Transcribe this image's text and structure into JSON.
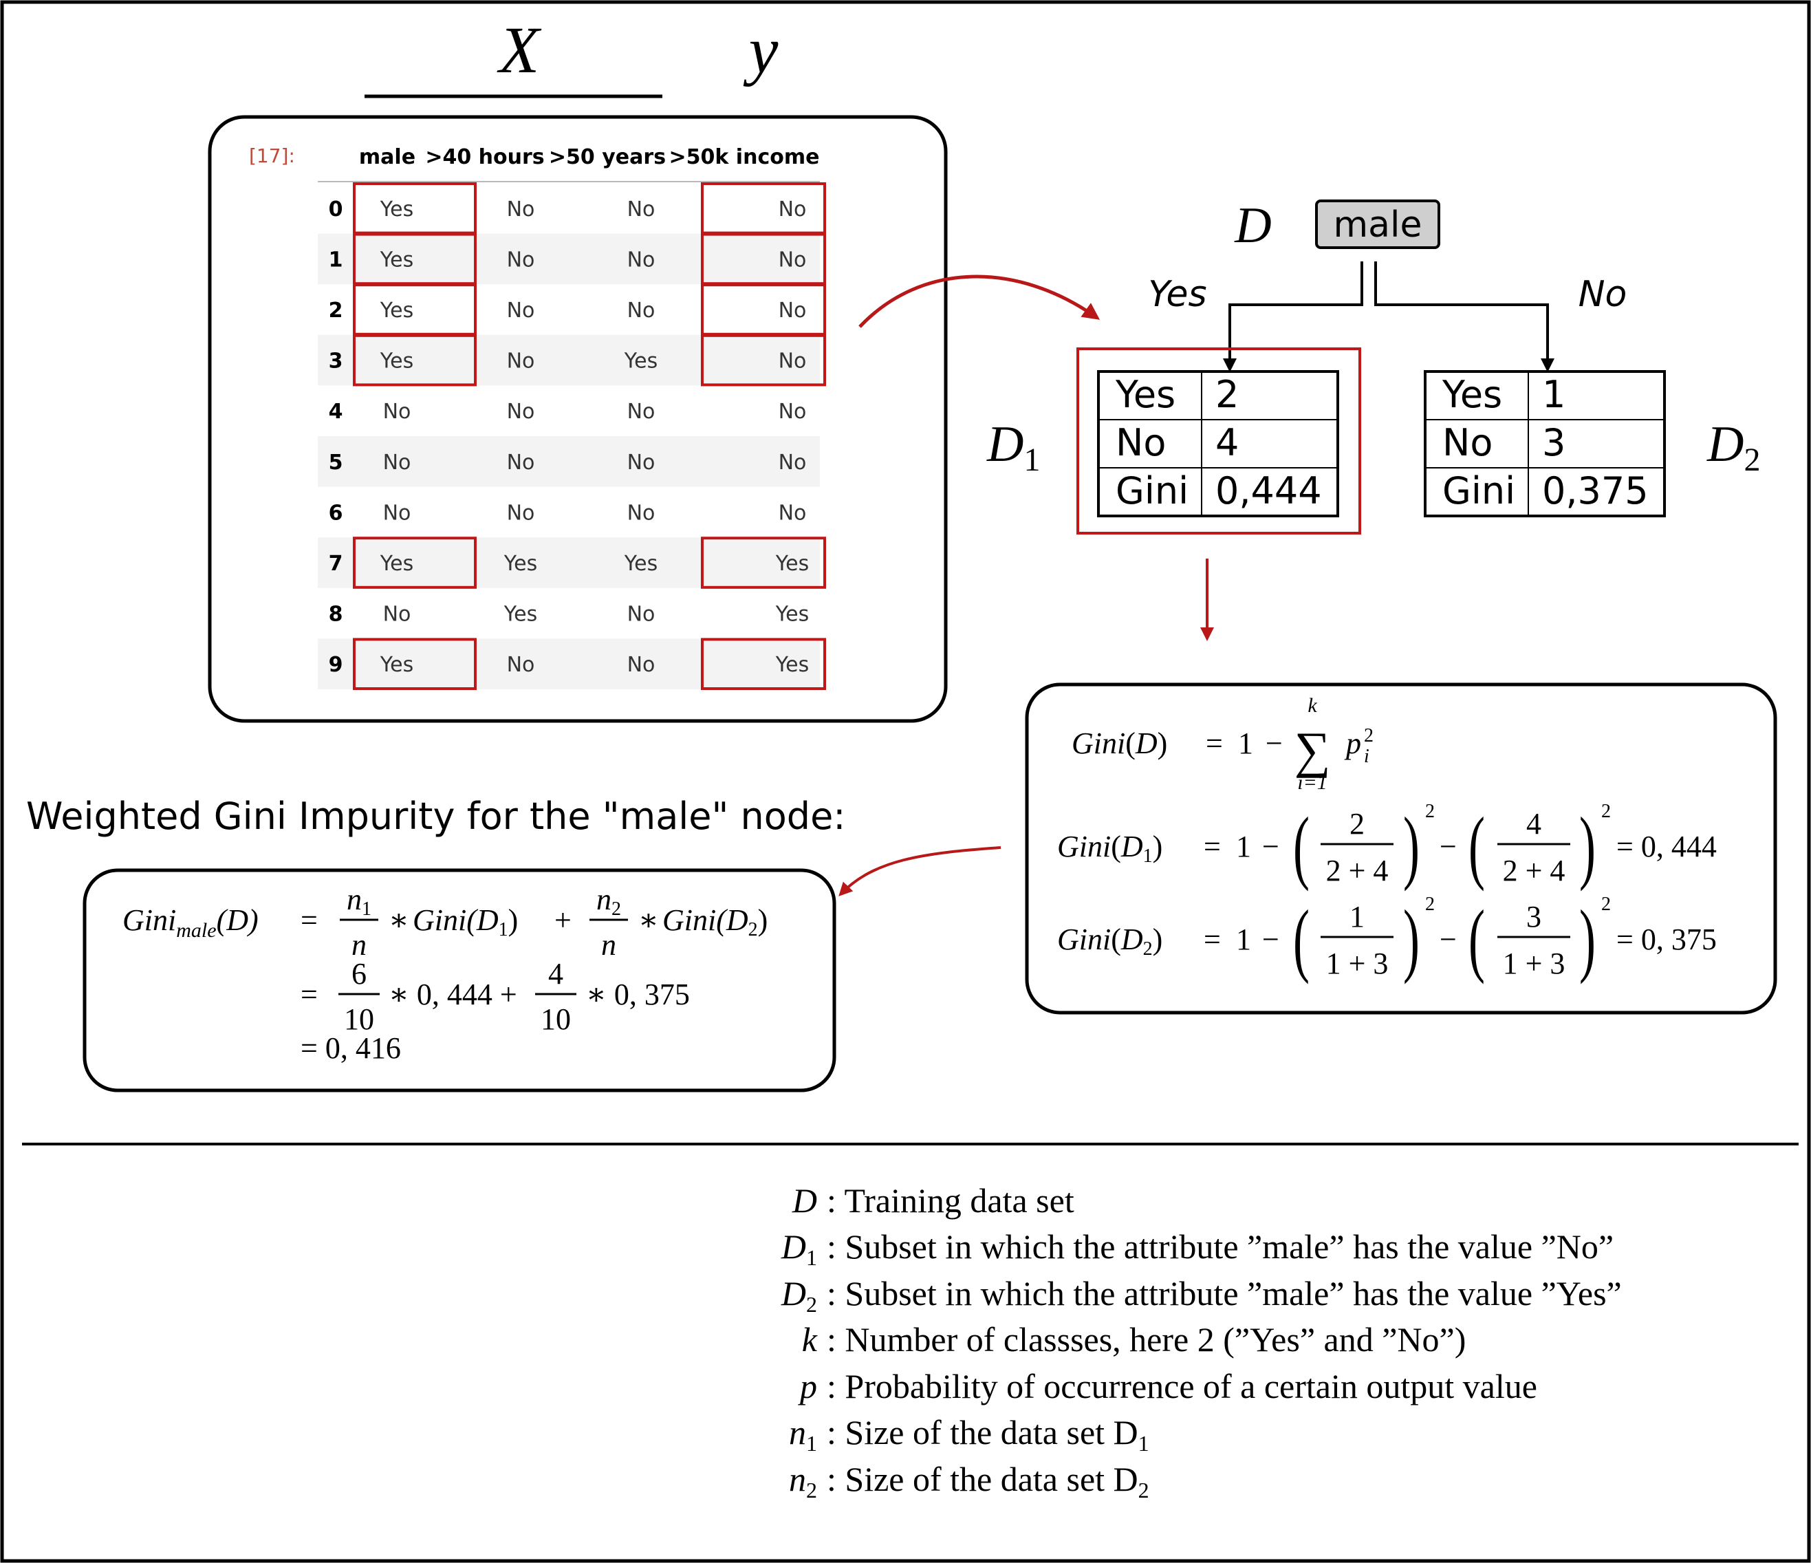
{
  "header": {
    "x_label": "X",
    "y_label": "y"
  },
  "table": {
    "prompt": "[17]:",
    "columns": [
      "male",
      ">40 hours",
      ">50 years",
      ">50k income"
    ],
    "rows": [
      {
        "index": "0",
        "cells": [
          "Yes",
          "No",
          "No",
          "No"
        ],
        "highlighted": true
      },
      {
        "index": "1",
        "cells": [
          "Yes",
          "No",
          "No",
          "No"
        ],
        "highlighted": true
      },
      {
        "index": "2",
        "cells": [
          "Yes",
          "No",
          "No",
          "No"
        ],
        "highlighted": true
      },
      {
        "index": "3",
        "cells": [
          "Yes",
          "No",
          "Yes",
          "No"
        ],
        "highlighted": true
      },
      {
        "index": "4",
        "cells": [
          "No",
          "No",
          "No",
          "No"
        ],
        "highlighted": false
      },
      {
        "index": "5",
        "cells": [
          "No",
          "No",
          "No",
          "No"
        ],
        "highlighted": false
      },
      {
        "index": "6",
        "cells": [
          "No",
          "No",
          "No",
          "No"
        ],
        "highlighted": false
      },
      {
        "index": "7",
        "cells": [
          "Yes",
          "Yes",
          "Yes",
          "Yes"
        ],
        "highlighted": true
      },
      {
        "index": "8",
        "cells": [
          "No",
          "Yes",
          "No",
          "Yes"
        ],
        "highlighted": false
      },
      {
        "index": "9",
        "cells": [
          "Yes",
          "No",
          "No",
          "Yes"
        ],
        "highlighted": true
      }
    ]
  },
  "tree": {
    "root_label": "D",
    "node_name": "male",
    "left_branch": "Yes",
    "right_branch": "No",
    "left_subset": "D",
    "left_subset_sub": "1",
    "right_subset": "D",
    "right_subset_sub": "2",
    "left_table": [
      [
        "Yes",
        "2"
      ],
      [
        "No",
        "4"
      ],
      [
        "Gini",
        "0,444"
      ]
    ],
    "right_table": [
      [
        "Yes",
        "1"
      ],
      [
        "No",
        "3"
      ],
      [
        "Gini",
        "0,375"
      ]
    ]
  },
  "formulas": {
    "gini": "Gini",
    "D": "D",
    "D1": "D",
    "D2": "D",
    "sub1": "1",
    "sub2": "2",
    "one": "1",
    "minus": "−",
    "equals": "=",
    "p": "p",
    "i": "i",
    "sq": "2",
    "k": "k",
    "i_eq_1": "i=1",
    "f1_num1": "2",
    "f1_den1": "2 + 4",
    "f1_num2": "4",
    "f1_den2": "2 + 4",
    "f1_result": "= 0, 444",
    "f2_num1": "1",
    "f2_den1": "1 + 3",
    "f2_num2": "3",
    "f2_den2": "1 + 3",
    "f2_result": "= 0, 375"
  },
  "weighted": {
    "heading": "Weighted Gini Impurity for the \"male\" node:",
    "gini": "Gini",
    "male_sub": "male",
    "D": "(D)",
    "eq": "=",
    "n1": "n",
    "n2": "n",
    "n": "n",
    "s1": "1",
    "s2": "2",
    "times": "∗",
    "plus": "+",
    "giniD1": "Gini(D",
    "giniD2": "Gini(D",
    "close": ")",
    "num6": "6",
    "num4": "4",
    "den10": "10",
    "v1": "∗ 0, 444 +",
    "v2": "∗ 0, 375",
    "result": "= 0, 416"
  },
  "legend": [
    {
      "sym": "D",
      "sub": "",
      "text": ": Training data set"
    },
    {
      "sym": "D",
      "sub": "1",
      "text": ": Subset in which the attribute ”male” has the value ”No”"
    },
    {
      "sym": "D",
      "sub": "2",
      "text": ": Subset in which the attribute ”male” has the value ”Yes”"
    },
    {
      "sym": "k",
      "sub": "",
      "text": ": Number of classses, here 2 (”Yes” and ”No”)"
    },
    {
      "sym": "p",
      "sub": "",
      "text": ": Probability of occurrence of a certain output value"
    },
    {
      "sym": "n",
      "sub": "1",
      "text": ": Size of the data set D"
    },
    {
      "sym": "n",
      "sub": "2",
      "text": ": Size of the data set D"
    }
  ],
  "legend_tail_subs": [
    "1",
    "2"
  ],
  "colors": {
    "highlight": "#c01818",
    "arrow": "#b81818",
    "node_fill": "#cfcfcf",
    "row_stripe": "#f3f3f3",
    "prompt": "#c04a3a"
  }
}
